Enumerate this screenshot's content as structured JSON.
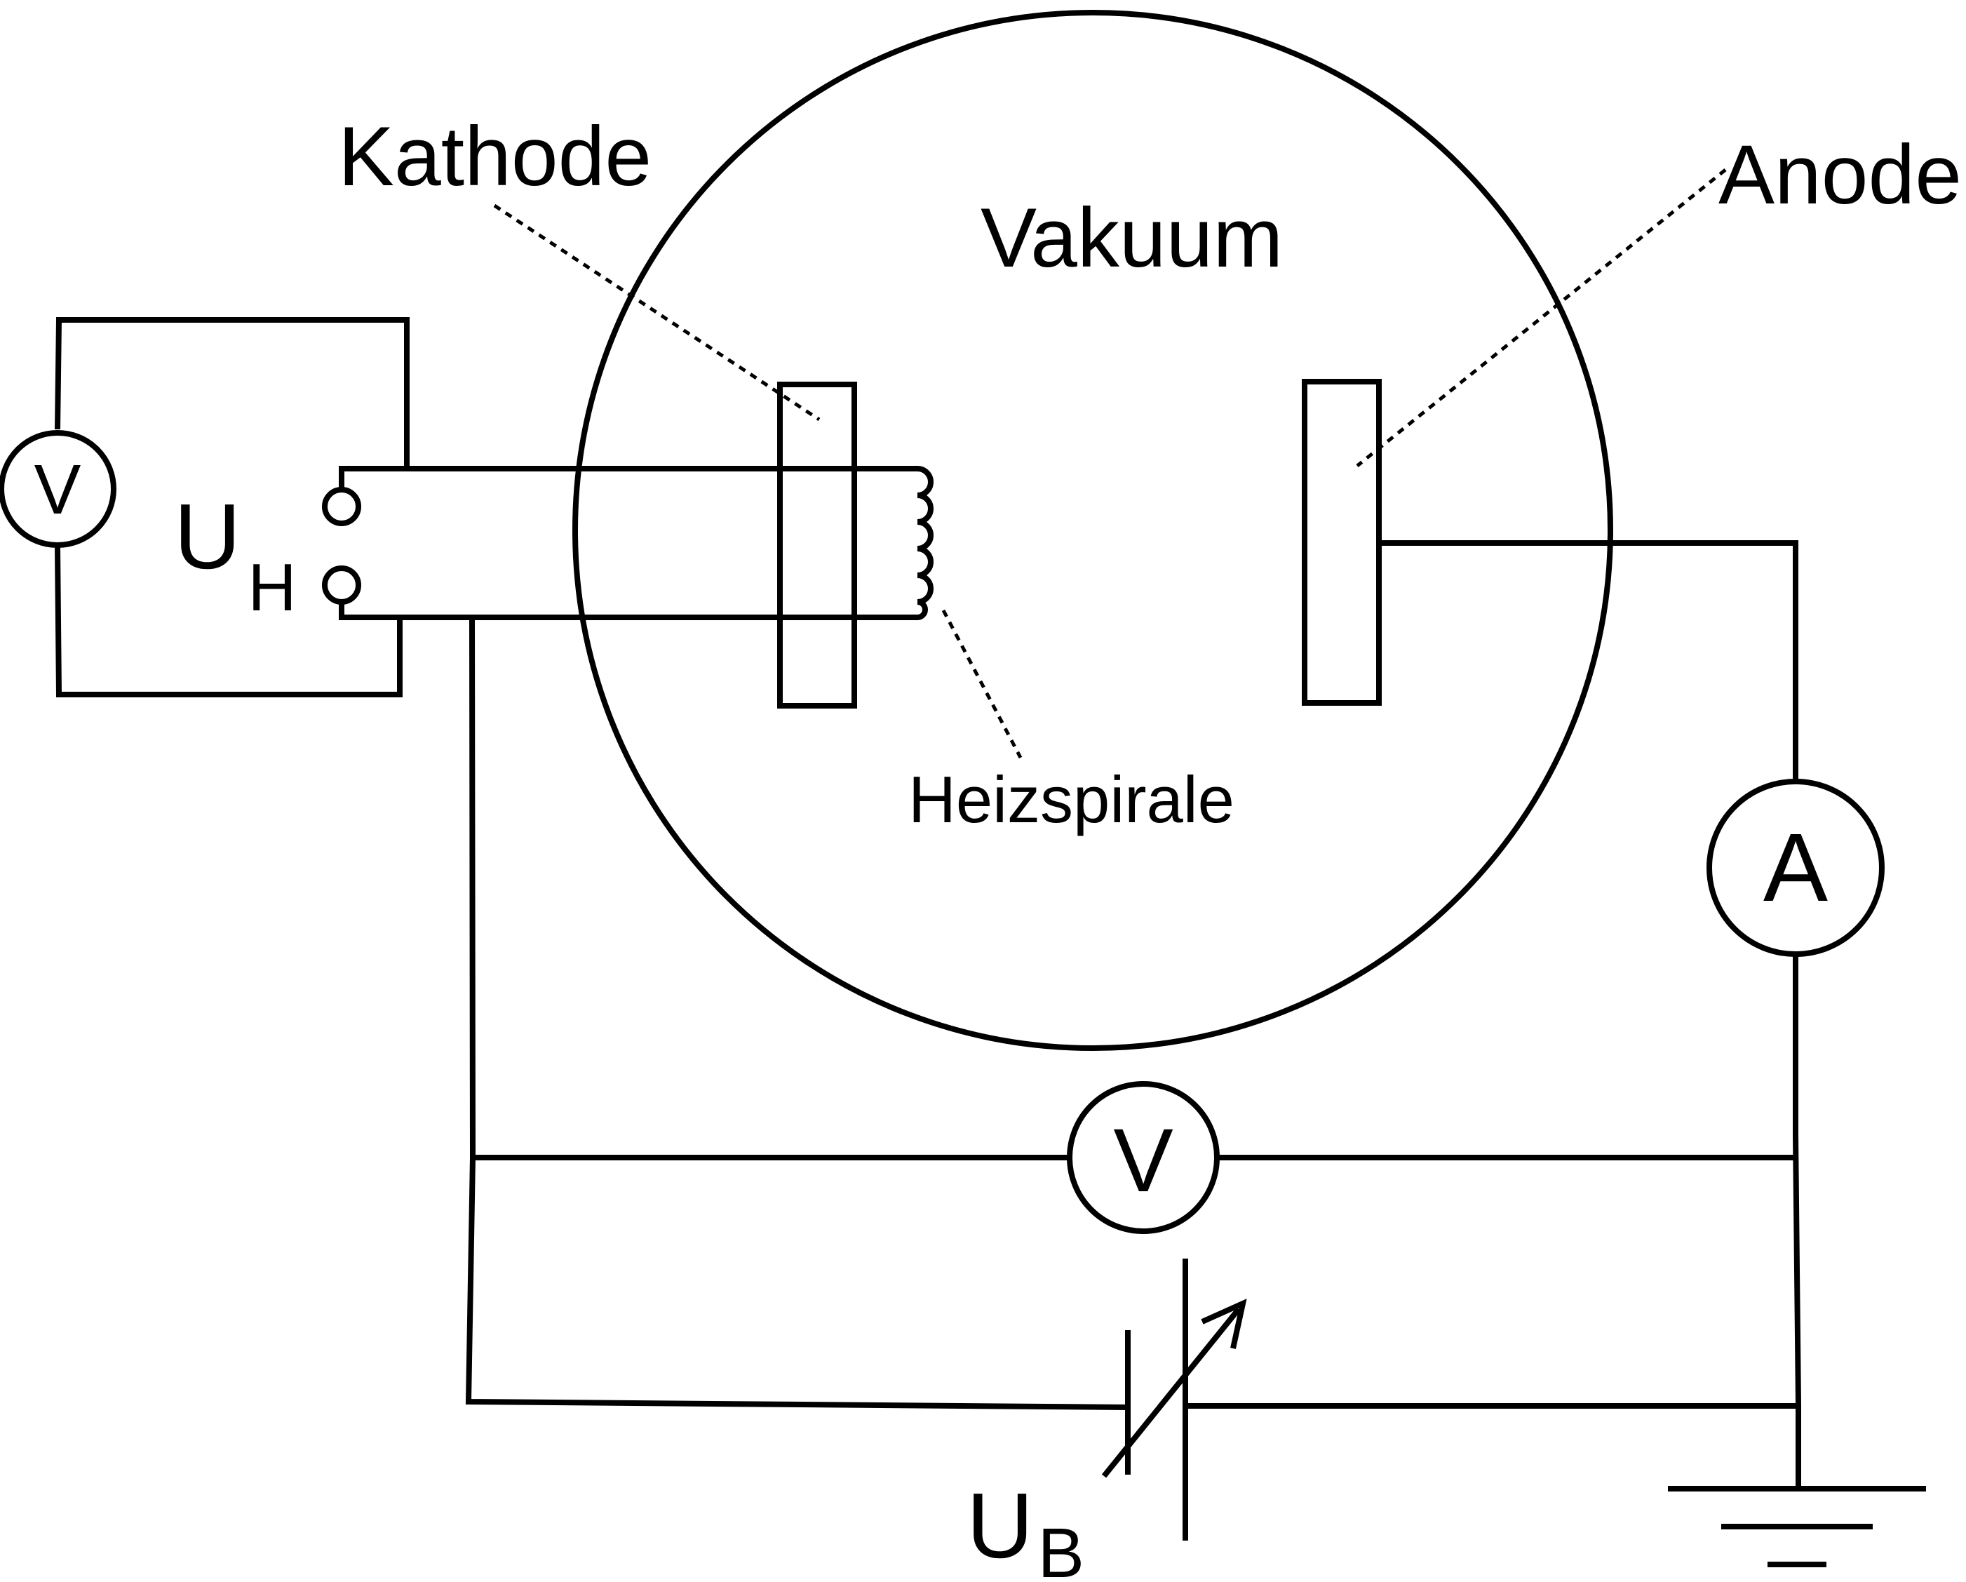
{
  "labels": {
    "kathode": "Kathode",
    "anode": "Anode",
    "vakuum": "Vakuum",
    "heizspirale": "Heizspirale",
    "heater_voltage_main": "U",
    "heater_voltage_sub": "H",
    "anode_voltage_main": "U",
    "anode_voltage_sub": "B"
  },
  "meters": {
    "heater_voltmeter": "V",
    "anode_ammeter": "A",
    "anode_voltmeter": "V"
  },
  "colors": {
    "line": "#000000",
    "background": "#ffffff"
  }
}
